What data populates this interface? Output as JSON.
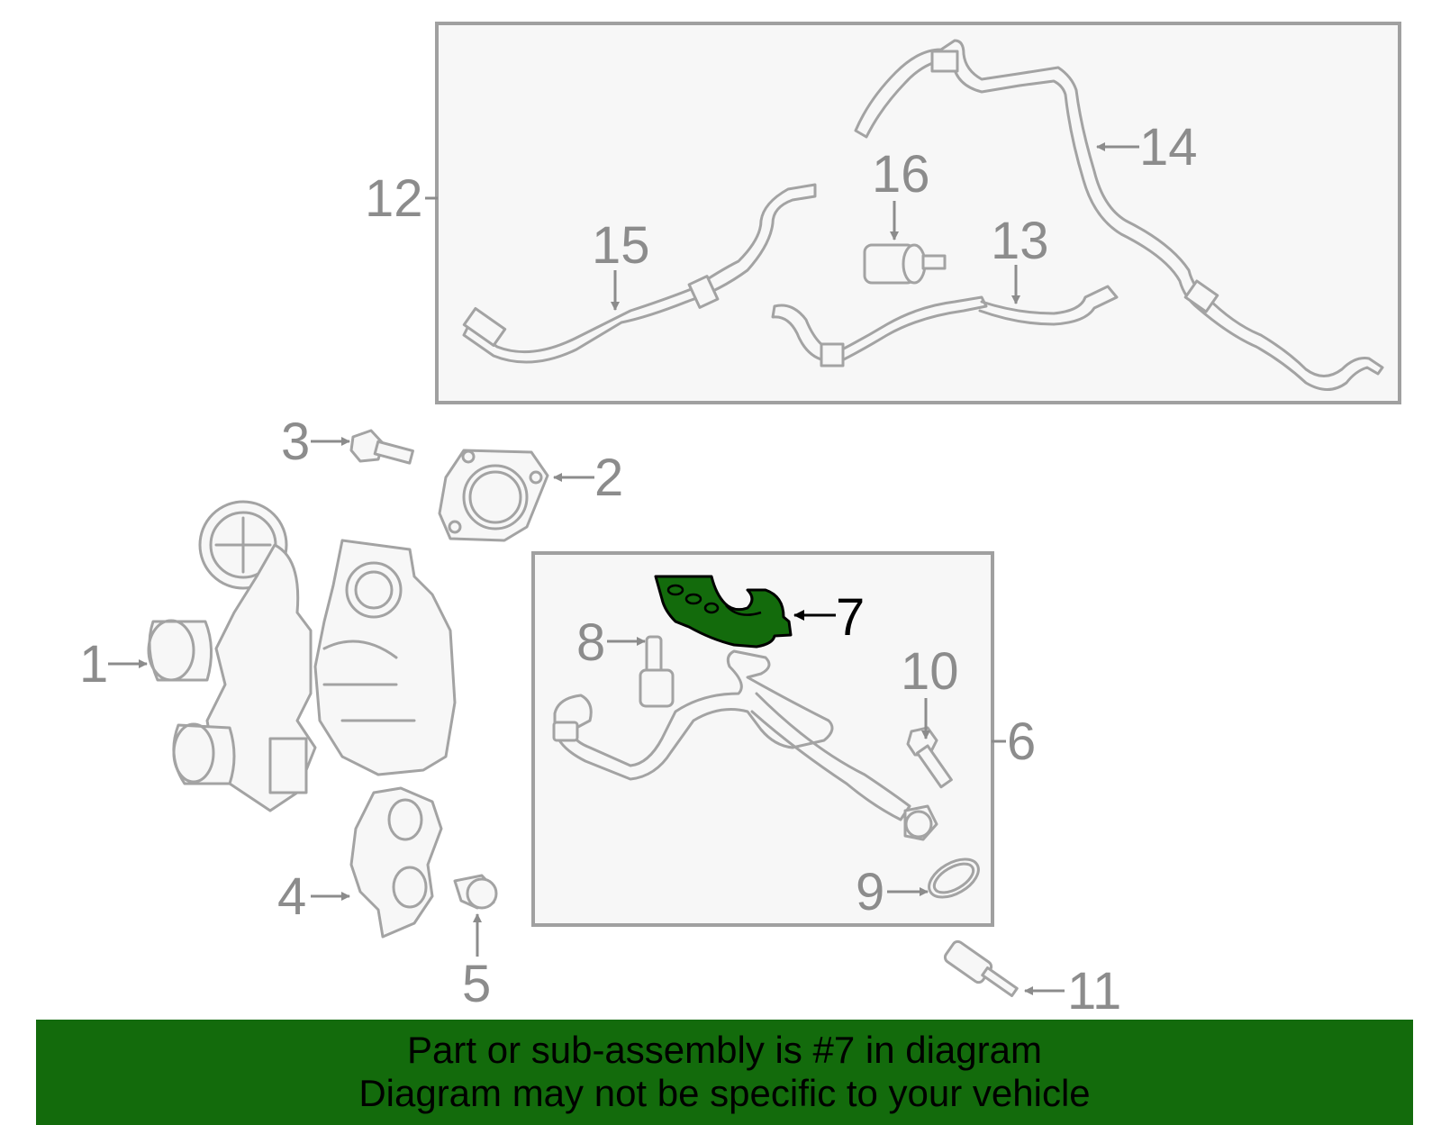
{
  "highlight_color": "#136b0c",
  "callouts": {
    "c1": "1",
    "c2": "2",
    "c3": "3",
    "c4": "4",
    "c5": "5",
    "c6": "6",
    "c7": "7",
    "c8": "8",
    "c9": "9",
    "c10": "10",
    "c11": "11",
    "c12": "12",
    "c13": "13",
    "c14": "14",
    "c15": "15",
    "c16": "16"
  },
  "highlighted_part": "7",
  "banner": {
    "line1": "Part or sub-assembly is #7 in diagram",
    "line2": "Diagram may not be specific to your vehicle"
  }
}
